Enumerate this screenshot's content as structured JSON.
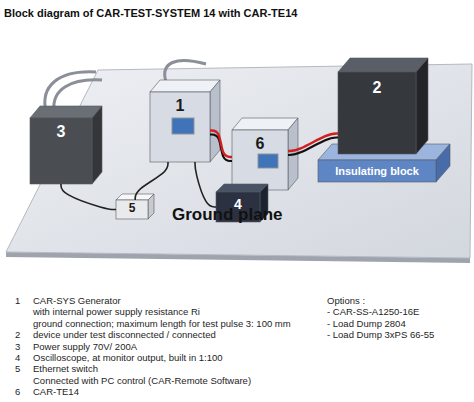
{
  "diagram": {
    "title": "Block diagram of CAR-TEST-SYSTEM 14 with CAR-TE14",
    "nodes": [
      {
        "text": [
          "Ground plane"
        ]
      },
      {
        "text": [
          "1"
        ],
        "in": 0
      },
      {
        "text": [
          "2"
        ],
        "in": 0
      },
      {
        "text": [
          "3"
        ],
        "in": 0
      },
      {
        "text": [
          "6"
        ],
        "in": 0
      },
      {
        "text": [
          "Insulating block"
        ],
        "in": 0
      },
      {
        "text": [
          "4"
        ],
        "in": 0
      },
      {
        "text": [
          "5"
        ],
        "in": 0
      }
    ],
    "edges": [
      {
        "from": 1,
        "to": 4,
        "arrow": "none"
      },
      {
        "from": 4,
        "to": 2,
        "arrow": "none"
      },
      {
        "from": 7,
        "to": 3,
        "arrow": "none"
      },
      {
        "from": 7,
        "to": 1,
        "arrow": "none"
      },
      {
        "from": 1,
        "to": 6,
        "arrow": "none"
      }
    ],
    "labels": [
      "1",
      "CAR-SYS Generator",
      "Options :",
      "with internal power supply resistance Ri",
      "- CAR-SS-A1250-16E",
      "ground connection; maximum length for test pulse 3: 100 mm",
      "- Load Dump 2804",
      "2",
      "device under test disconnected / connected",
      "- Load Dump 3xPS 66-55",
      "3",
      "Power supply 70V/ 200A",
      "4",
      "Oscilloscope, at monitor output, built in 1:100",
      "5",
      "Ethernet switch",
      "Connected with PC control (CAR-Remote Software)",
      "6",
      "CAR-TE14"
    ]
  }
}
